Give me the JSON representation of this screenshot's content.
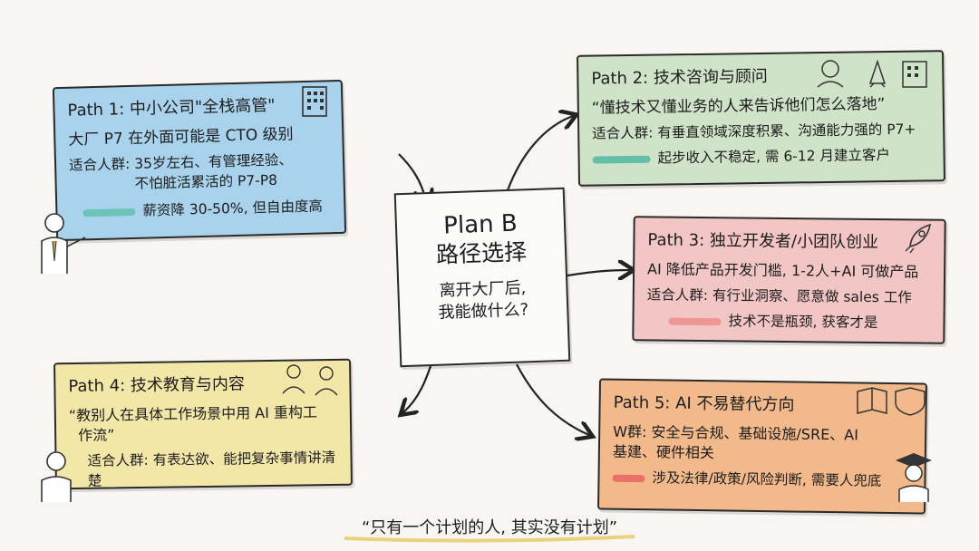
{
  "center": {
    "title": "Plan B",
    "subtitle": "路径选择",
    "question_line1": "离开大厂后,",
    "question_line2": "我能做什么?"
  },
  "paths": [
    {
      "title": "Path 1: 中小公司\"全栈高管\"",
      "headline": "大厂 P7 在外面可能是 CTO 级别",
      "fit_label": "适合人群: 35岁左右、有管理经验、",
      "fit_label_2": "不怕脏活累活的 P7-P8",
      "note": "薪资降 30-50%, 但自由度高",
      "color": "#a9d3ec"
    },
    {
      "title": "Path 2: 技术咨询与顾问",
      "headline": "“懂技术又懂业务的人来告诉他们怎么落地”",
      "fit_label": "适合人群: 有垂直领域深度积累、沟通能力强的 P7+",
      "note": "起步收入不稳定, 需 6-12 月建立客户",
      "color": "#cfe3c9"
    },
    {
      "title": "Path 3: 独立开发者/小团队创业",
      "headline": "AI 降低产品开发门槛, 1-2人+AI 可做产品",
      "fit_label": "适合人群: 有行业洞察、愿意做 sales 工作",
      "note": "技术不是瓶颈, 获客才是",
      "color": "#f2c6c4"
    },
    {
      "title": "Path 4: 技术教育与内容",
      "headline": "“教别人在具体工作场景中用 AI 重构工",
      "headline_2": "作流”",
      "fit_label": "适合人群: 有表达欲、能把复杂事情讲清楚",
      "color": "#f3e7a8"
    },
    {
      "title": "Path 5: AI 不易替代方向",
      "headline": "W群: 安全与合规、基础设施/SRE、AI",
      "headline_2": "基建、硬件相关",
      "note": "涉及法律/政策/风险判断, 需要人兜底",
      "color": "#f2b98b"
    }
  ],
  "quote": "“只有一个计划的人, 其实没有计划”",
  "icons": [
    "building-icon",
    "person-icon",
    "rocket-icon",
    "book-icon",
    "shield-icon",
    "graduate-icon"
  ]
}
